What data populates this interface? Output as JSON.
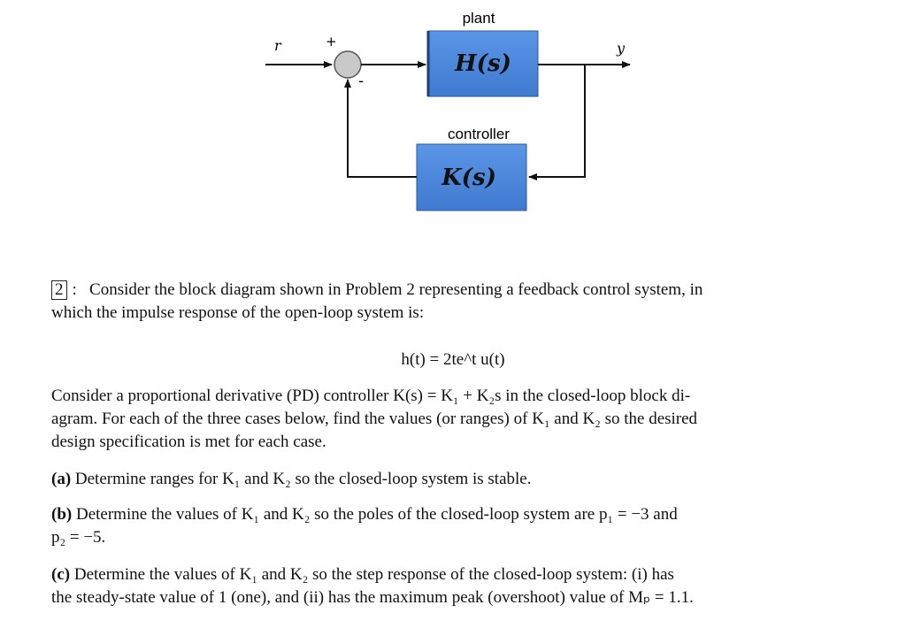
{
  "diagram": {
    "plant_caption": "plant",
    "plant_block": "H(s)",
    "controller_caption": "controller",
    "controller_block": "K(s)",
    "input_label": "r",
    "output_label": "y",
    "plus_sign": "+",
    "minus_sign": "-",
    "block_color": "#4a86d9"
  },
  "problem": {
    "number": "2",
    "intro_lead": "Consider the block diagram shown in Problem 2 representing a feedback control system, in",
    "intro_cont": "which the impulse response of the open-loop system is:",
    "equation": "h(t) = 2te^t u(t)",
    "pd_line1": "Consider a proportional derivative (PD) controller K(s) = K₁ + K₂s in the closed-loop block di-",
    "pd_line2": "agram. For each of the three cases below, find the values (or ranges) of K₁ and K₂ so the desired",
    "pd_line3": "design specification is met for each case.",
    "part_a_tag": "(a)",
    "part_a": "Determine ranges for K₁ and K₂ so the closed-loop system is stable.",
    "part_b_tag": "(b)",
    "part_b_line1": "Determine the values of K₁ and K₂ so the poles of the closed-loop system are p₁ = −3 and",
    "part_b_line2": "p₂ = −5.",
    "part_c_tag": "(c)",
    "part_c_line1": "Determine the values of K₁ and K₂ so the step response of the closed-loop system: (i) has",
    "part_c_line2": "the steady-state value of 1 (one), and (ii) has the maximum peak (overshoot) value of Mₚ = 1.1."
  }
}
